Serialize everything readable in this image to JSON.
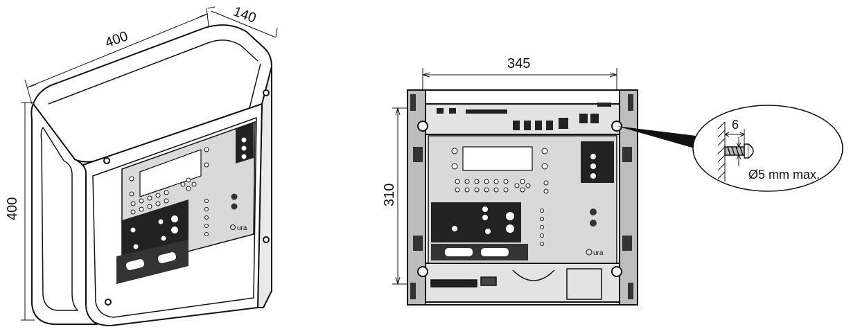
{
  "left_view": {
    "dim_width": "400",
    "dim_depth": "140",
    "dim_height": "400",
    "brand_label": "ura"
  },
  "right_view": {
    "dim_hole_spacing_horizontal": "345",
    "dim_hole_spacing_vertical": "310",
    "brand_label": "ura"
  },
  "detail_callout": {
    "dim_offset": "6",
    "screw_spec": "Ø5 mm max."
  }
}
